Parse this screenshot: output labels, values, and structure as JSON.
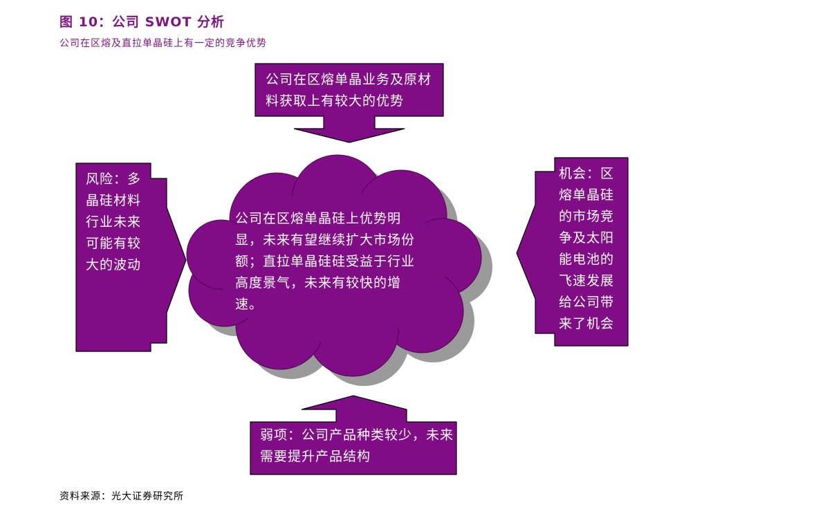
{
  "title": "图 10：公司 SWOT 分析",
  "subtitle": "公司在区熔及直拉单晶硅上有一定的竞争优势",
  "source": "资料来源：光大证券研究所",
  "colors": {
    "purple": "#800d85",
    "shadow": "#9a9a9a",
    "title": "#7b177e"
  },
  "boxes": {
    "strength": "公司在区熔单晶业务及原材料获取上有较大的优势",
    "risk": "风险：多晶硅材料行业未来可能有较大的波动",
    "opportunity": "机会：区熔单晶硅的市场竞争及太阳能电池的飞速发展给公司带来了机会",
    "weakness": "弱项：公司产品种类较少，未来需要提升产品结构"
  },
  "center": "公司在区熔单晶硅上优势明显，未来有望继续扩大市场份额；直拉单晶硅硅受益于行业高度景气，未来有较快的增速。"
}
